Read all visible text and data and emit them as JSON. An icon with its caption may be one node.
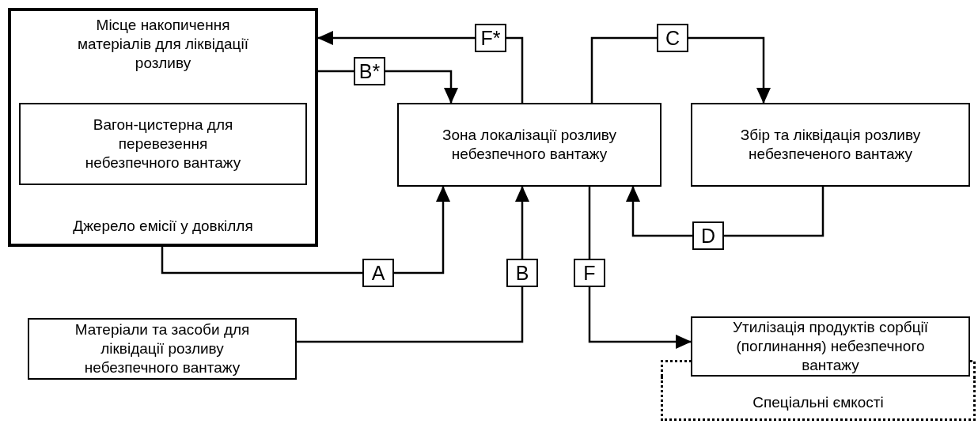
{
  "diagram": {
    "nodes": [
      {
        "text": [
          "Місце накопичення матеріалів для ліквідації розливу",
          "Джерело емісії у довкілля"
        ]
      },
      {
        "text": [
          "Вагон-цистерна для перевезення небезпечного вантажу"
        ],
        "in": 0
      },
      {
        "text": [
          "Зона локалізації розливу небезпечного вантажу"
        ]
      },
      {
        "text": [
          "Збір та ліквідація розливу небезпеченого вантажу"
        ]
      },
      {
        "text": [
          "Матеріали та засоби для ліквідації розливу небезпечного вантажу"
        ]
      },
      {
        "text": [
          "Утилізація продуктів сорбції (поглинання) небезпечного вантажу"
        ]
      },
      {
        "text": [
          "Спеціальні ємкості"
        ]
      }
    ],
    "edges": [
      {
        "from": 2,
        "to": 0,
        "arrow": "to",
        "label": "F*"
      },
      {
        "from": 0,
        "to": 2,
        "arrow": "to",
        "label": "B*"
      },
      {
        "from": 2,
        "to": 3,
        "arrow": "to",
        "label": "C"
      },
      {
        "from": 3,
        "to": 2,
        "arrow": "to",
        "label": "D"
      },
      {
        "from": 0,
        "to": 2,
        "arrow": "to",
        "label": "A"
      },
      {
        "from": 4,
        "to": 2,
        "arrow": "to",
        "label": "B"
      },
      {
        "from": 2,
        "to": 5,
        "arrow": "to",
        "label": "F"
      }
    ]
  }
}
